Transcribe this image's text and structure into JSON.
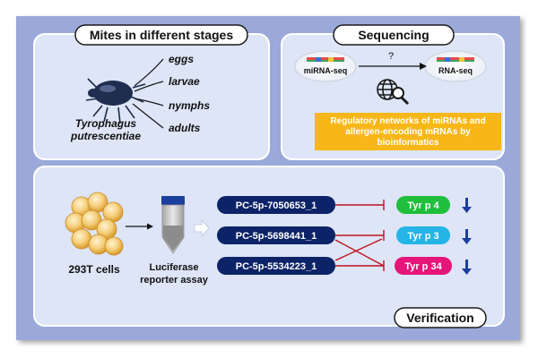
{
  "panels": {
    "mites": {
      "title": "Mites in different stages"
    },
    "sequencing": {
      "title": "Sequencing"
    },
    "verification": {
      "title": "Verification"
    }
  },
  "mite": {
    "species_line1": "Tyrophagus",
    "species_line2": "putrescentiae",
    "stages": [
      "eggs",
      "larvae",
      "nymphs",
      "adults"
    ]
  },
  "sequencing": {
    "mirna_label": "miRNA-seq",
    "rna_label": "RNA-seq",
    "question": "?",
    "regulatory_lines": [
      "Regulatory networks of miRNAs and",
      "allergen-encoding mRNAs by",
      "bioinformatics"
    ]
  },
  "verification": {
    "cells_label": "293T cells",
    "assay_line1": "Luciferase",
    "assay_line2": "reporter assay",
    "mirnas": [
      "PC-5p-7050653_1",
      "PC-5p-5698441_1",
      "PC-5p-5534223_1"
    ],
    "allergens": [
      "Tyr p 4",
      "Tyr p 3",
      "Tyr p 34"
    ]
  },
  "colors": {
    "frame_bg": "#9aa9d9",
    "panel_bg": "#dde5f6",
    "panel_border": "#ffffff",
    "navy_pill": "#0d2368",
    "tyr_p4": "#1fbf3c",
    "tyr_p3": "#25b4e6",
    "tyr_p34": "#e6157a",
    "yellow_box": "#f7b719",
    "inhibit_red": "#c0121e",
    "down_arrow": "#1b3f9c",
    "cell_fill": "#f3c56d"
  },
  "icons": [
    "mite-icon",
    "dna-strand-icon",
    "globe-icon",
    "magnifier-icon",
    "cells-icon",
    "test-tube-icon",
    "down-arrow-icon"
  ]
}
